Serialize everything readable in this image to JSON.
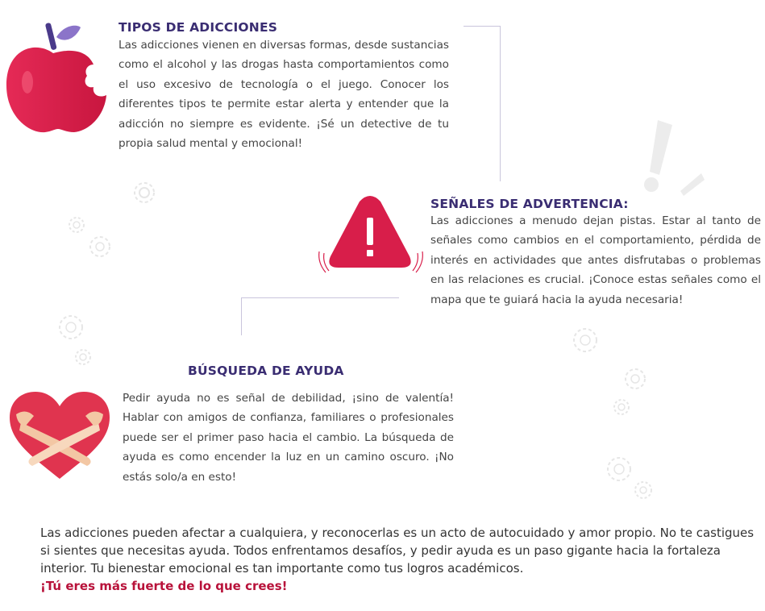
{
  "sections": [
    {
      "title": "TIPOS DE ADICCIONES",
      "text": "Las adicciones vienen en diversas formas, desde sustancias como el alcohol y las drogas hasta comportamientos como el uso excesivo de tecnología o el juego. Conocer los diferentes tipos te permite estar alerta y entender que la adicción no siempre es evidente. ¡Sé un detective de tu propia salud mental y emocional!",
      "icon": "apple-icon"
    },
    {
      "title": "SEÑALES DE ADVERTENCIA:",
      "text": "Las adicciones a menudo dejan pistas. Estar al tanto de señales como cambios en el comportamiento, pérdida de interés en actividades que antes disfrutabas o problemas en las relaciones es crucial. ¡Conoce estas señales como el mapa que te guiará hacia la ayuda necesaria!",
      "icon": "warning-icon"
    },
    {
      "title": "BÚSQUEDA DE AYUDA",
      "text": "Pedir ayuda no es señal de debilidad, ¡sino de valentía! Hablar con amigos de confianza, familiares o profesionales puede ser el primer paso hacia el cambio. La búsqueda de ayuda es como encender la luz en un camino oscuro. ¡No estás solo/a en esto!",
      "icon": "heart-hug-icon"
    }
  ],
  "closing": {
    "text": "Las adicciones pueden afectar a cualquiera, y reconocerlas es un acto de autocuidado y amor propio. No te castigues si sientes que necesitas ayuda. Todos enfrentamos desafíos, y pedir ayuda es un paso gigante hacia la fortaleza interior. Tu bienestar emocional es tan importante como tus logros académicos.",
    "emphasis": "¡Tú eres más fuerte de lo que crees!"
  },
  "colors": {
    "title": "#3a2d72",
    "accent_red": "#d81e4a",
    "accent_purple": "#8b74c9",
    "line": "#c9c5dc"
  }
}
